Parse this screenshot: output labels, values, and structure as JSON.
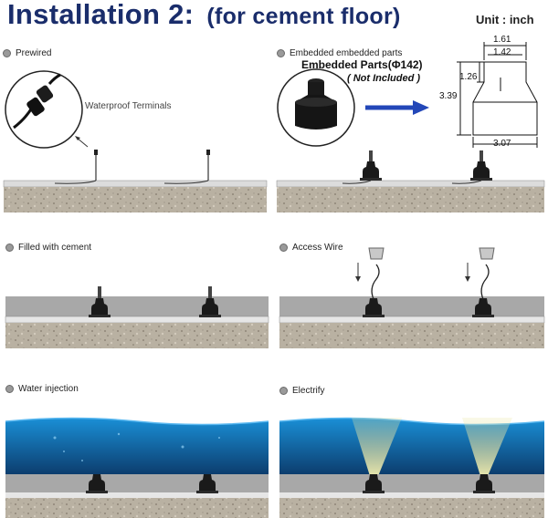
{
  "header": {
    "title": "Installation 2:",
    "subtitle": "(for cement floor)",
    "unit": "Unit : inch"
  },
  "steps": {
    "prewired": "Prewired",
    "embedded": "Embedded embedded parts",
    "filled": "Filled with cement",
    "access": "Access Wire",
    "water": "Water injection",
    "electrify": "Electrify"
  },
  "callouts": {
    "waterproof": "Waterproof Terminals",
    "embedded_parts": "Embedded Parts(Φ142)",
    "not_included": "( Not Included )"
  },
  "dimensions": {
    "top_outer": "1.61",
    "top_inner": "1.42",
    "neck": "1.26",
    "height": "3.39",
    "base": "3.07"
  },
  "colors": {
    "title": "#1a2d6b",
    "arrow": "#2347b8",
    "water": "#1478c8",
    "gravel": "#b8b0a0",
    "cement": "#a8a8a8"
  }
}
